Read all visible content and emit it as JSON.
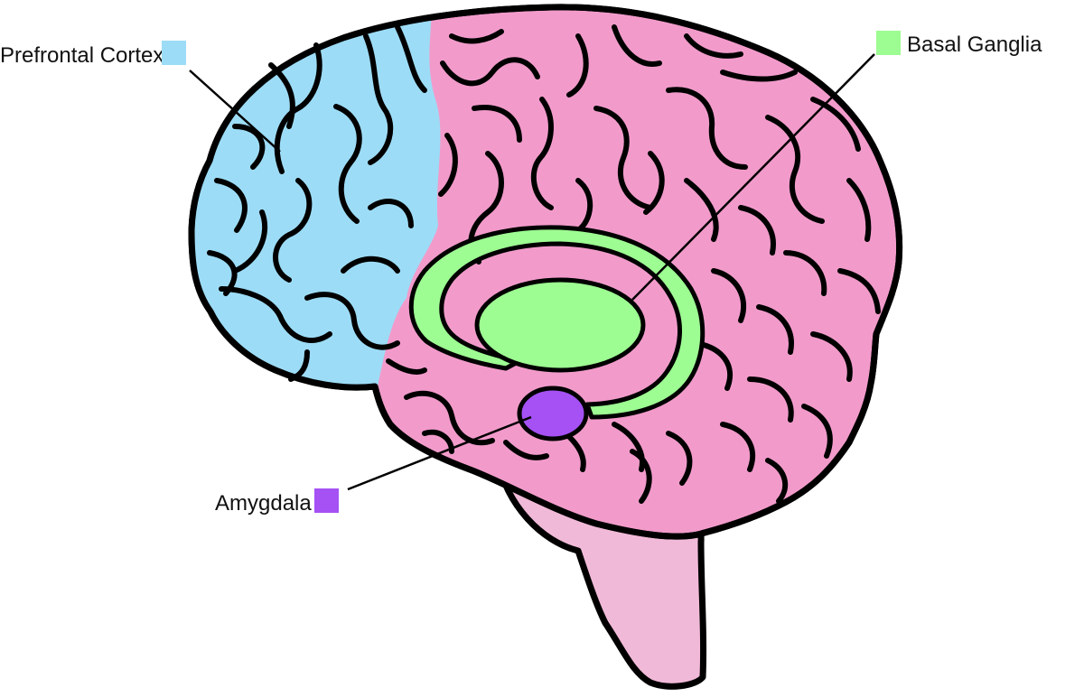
{
  "labels": {
    "prefrontal": "Prefrontal Cortex",
    "basal": "Basal Ganglia",
    "amygdala": "Amygdala"
  },
  "colors": {
    "prefrontal": "#9ddcf6",
    "cortex": "#f29bcb",
    "brainstem": "#f1b9d8",
    "basal": "#9dfc92",
    "amygdala": "#a551f4",
    "outline": "#000000"
  },
  "regions": [
    {
      "name": "prefrontal-cortex",
      "label_key": "prefrontal",
      "color_key": "prefrontal"
    },
    {
      "name": "basal-ganglia",
      "label_key": "basal",
      "color_key": "basal"
    },
    {
      "name": "amygdala",
      "label_key": "amygdala",
      "color_key": "amygdala"
    }
  ],
  "legend_swatch_icons": [
    "square-swatch-icon",
    "square-swatch-icon",
    "square-swatch-icon"
  ]
}
